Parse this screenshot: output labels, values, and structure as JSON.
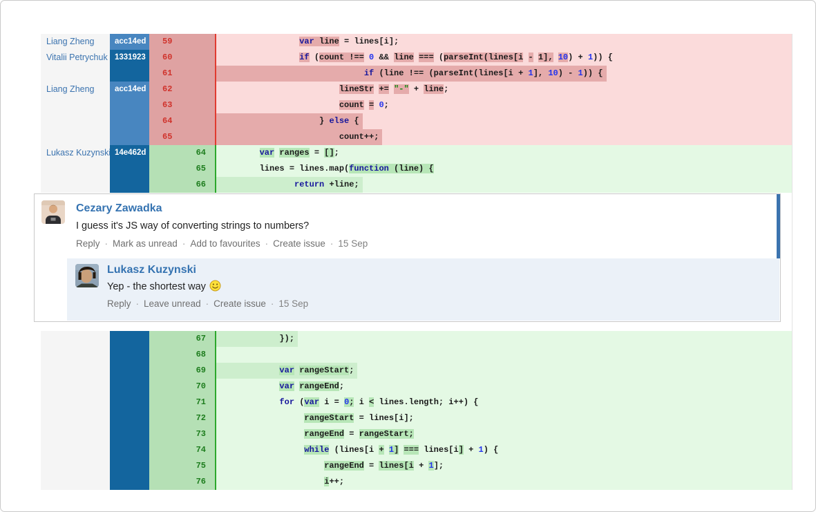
{
  "colors": {
    "link_blue": "#3b73af",
    "hash_bg_light": "#4886c0",
    "hash_bg_dark": "#13659e",
    "del_gutter_bg": "#dfa2a2",
    "del_gutter_text": "#d0332c",
    "del_code_bg": "#fbdbdb",
    "del_highlight": "#e5abab",
    "del_rule": "#e03b30",
    "add_gutter_bg": "#b5e0b5",
    "add_gutter_text": "#1e7d1e",
    "add_code_bg": "#e4f9e4",
    "add_band": "#cdeecd",
    "add_highlight": "#b7e6b7",
    "add_rule": "#2ca82c",
    "keyword": "#16169c",
    "number_literal": "#2233ee",
    "string_literal": "#0f8a0f",
    "reply_bg": "#ebf1f8",
    "unread_strip": "#3b73af"
  },
  "diff_top": {
    "rows": [
      {
        "author": "Liang Zheng",
        "hash": "acc14ed",
        "shade": "light",
        "type": "del",
        "num": "59",
        "band": false,
        "segs": [
          [
            "                ",
            "",
            0
          ],
          [
            "var",
            "kw",
            1
          ],
          [
            " line",
            "",
            1
          ],
          [
            " = lines[i];",
            "",
            0
          ]
        ]
      },
      {
        "author": "Vitalii Petrychuk",
        "hash": "1331923",
        "shade": "dark",
        "type": "del",
        "num": "60",
        "band": false,
        "segs": [
          [
            "                ",
            "",
            0
          ],
          [
            "if",
            "kw",
            1
          ],
          [
            " (",
            "",
            0
          ],
          [
            "count !==",
            "",
            1
          ],
          [
            " ",
            "",
            0
          ],
          [
            "0",
            "num",
            0
          ],
          [
            " && ",
            "",
            0
          ],
          [
            "line",
            "",
            1
          ],
          [
            " ",
            "",
            0
          ],
          [
            "===",
            "",
            1
          ],
          [
            " (",
            "",
            0
          ],
          [
            "parseInt(lines[i",
            "",
            1
          ],
          [
            " ",
            "",
            0
          ],
          [
            "-",
            "",
            1
          ],
          [
            " ",
            "",
            0
          ],
          [
            "1],",
            "",
            1
          ],
          [
            " ",
            "",
            0
          ],
          [
            "10",
            "num",
            1
          ],
          [
            ") + ",
            "",
            0
          ],
          [
            "1",
            "num",
            0
          ],
          [
            ")) {",
            "",
            0
          ]
        ]
      },
      {
        "author": "",
        "hash": "",
        "shade": "dark",
        "type": "del",
        "num": "61",
        "band": true,
        "segs": [
          [
            "                             ",
            "",
            0
          ],
          [
            "if",
            "kw",
            0
          ],
          [
            " (line !== (parseInt(lines[i + ",
            "",
            0
          ],
          [
            "1",
            "num",
            0
          ],
          [
            "], ",
            "",
            0
          ],
          [
            "10",
            "num",
            0
          ],
          [
            ") - ",
            "",
            0
          ],
          [
            "1",
            "num",
            0
          ],
          [
            ")) {",
            "",
            0
          ]
        ]
      },
      {
        "author": "Liang Zheng",
        "hash": "acc14ed",
        "shade": "light",
        "type": "del",
        "num": "62",
        "band": false,
        "segs": [
          [
            "                        ",
            "",
            0
          ],
          [
            "lineStr",
            "",
            1
          ],
          [
            " ",
            "",
            0
          ],
          [
            "+=",
            "",
            1
          ],
          [
            " ",
            "",
            0
          ],
          [
            "\"-\"",
            "str",
            1
          ],
          [
            " + ",
            "",
            0
          ],
          [
            "line",
            "",
            1
          ],
          [
            ";",
            "",
            0
          ]
        ]
      },
      {
        "author": "",
        "hash": "",
        "shade": "light",
        "type": "del",
        "num": "63",
        "band": false,
        "segs": [
          [
            "                        ",
            "",
            0
          ],
          [
            "count",
            "",
            1
          ],
          [
            " ",
            "",
            0
          ],
          [
            "=",
            "",
            1
          ],
          [
            " ",
            "",
            0
          ],
          [
            "0",
            "num",
            0
          ],
          [
            ";",
            "",
            0
          ]
        ]
      },
      {
        "author": "",
        "hash": "",
        "shade": "light",
        "type": "del",
        "num": "64",
        "band": true,
        "segs": [
          [
            "                    ",
            "",
            0
          ],
          [
            "} ",
            "",
            0
          ],
          [
            "else",
            "kw",
            0
          ],
          [
            " {",
            "",
            0
          ]
        ]
      },
      {
        "author": "",
        "hash": "",
        "shade": "light",
        "type": "del",
        "num": "65",
        "band": true,
        "segs": [
          [
            "                        ",
            "",
            0
          ],
          [
            "count++;",
            "",
            0
          ]
        ]
      },
      {
        "author": "Lukasz Kuzynski",
        "hash": "14e462d",
        "shade": "dark",
        "type": "add",
        "num": "64",
        "band": false,
        "segs": [
          [
            "        ",
            "",
            0
          ],
          [
            "var",
            "kw",
            1
          ],
          [
            " ",
            "",
            0
          ],
          [
            "ranges",
            "",
            1
          ],
          [
            " = ",
            "",
            0
          ],
          [
            "[]",
            "",
            1
          ],
          [
            ";",
            "",
            0
          ]
        ]
      },
      {
        "author": "",
        "hash": "",
        "shade": "dark",
        "type": "add",
        "num": "65",
        "band": false,
        "segs": [
          [
            "        ",
            "",
            0
          ],
          [
            "lines = lines.map(",
            "",
            0
          ],
          [
            "function",
            "kw",
            1
          ],
          [
            " (line) {",
            "",
            1
          ]
        ]
      },
      {
        "author": "",
        "hash": "",
        "shade": "dark",
        "type": "add",
        "num": "66",
        "band": true,
        "segs": [
          [
            "               ",
            "",
            0
          ],
          [
            "return",
            "kw",
            0
          ],
          [
            " +line;",
            "",
            0
          ]
        ]
      }
    ]
  },
  "diff_bottom": {
    "rows": [
      {
        "author": "",
        "hash": "",
        "shade": "dark",
        "type": "add",
        "num": "67",
        "band": true,
        "segs": [
          [
            "            ",
            "",
            0
          ],
          [
            "});",
            "",
            0
          ]
        ]
      },
      {
        "author": "",
        "hash": "",
        "shade": "dark",
        "type": "add",
        "num": "68",
        "band": false,
        "segs": []
      },
      {
        "author": "",
        "hash": "",
        "shade": "dark",
        "type": "add",
        "num": "69",
        "band": true,
        "segs": [
          [
            "            ",
            "",
            0
          ],
          [
            "var",
            "kw",
            1
          ],
          [
            " ",
            "",
            0
          ],
          [
            "rangeStart",
            "",
            1
          ],
          [
            ";",
            "",
            0
          ]
        ]
      },
      {
        "author": "",
        "hash": "",
        "shade": "dark",
        "type": "add",
        "num": "70",
        "band": false,
        "segs": [
          [
            "            ",
            "",
            0
          ],
          [
            "var",
            "kw",
            1
          ],
          [
            " ",
            "",
            0
          ],
          [
            "rangeEnd",
            "",
            1
          ],
          [
            ";",
            "",
            0
          ]
        ]
      },
      {
        "author": "",
        "hash": "",
        "shade": "dark",
        "type": "add",
        "num": "71",
        "band": false,
        "segs": [
          [
            "            ",
            "",
            0
          ],
          [
            "for",
            "kw",
            0
          ],
          [
            " (",
            "",
            0
          ],
          [
            "var",
            "kw",
            1
          ],
          [
            " i = ",
            "",
            0
          ],
          [
            "0",
            "num",
            1
          ],
          [
            ";",
            "",
            1
          ],
          [
            " i ",
            "",
            0
          ],
          [
            "<",
            "",
            1
          ],
          [
            " lines.length; i++) {",
            "",
            0
          ]
        ]
      },
      {
        "author": "",
        "hash": "",
        "shade": "dark",
        "type": "add",
        "num": "72",
        "band": false,
        "segs": [
          [
            "                 ",
            "",
            0
          ],
          [
            "rangeStart",
            "",
            1
          ],
          [
            " = lines[i];",
            "",
            0
          ]
        ]
      },
      {
        "author": "",
        "hash": "",
        "shade": "dark",
        "type": "add",
        "num": "73",
        "band": false,
        "segs": [
          [
            "                 ",
            "",
            0
          ],
          [
            "rangeEnd",
            "",
            1
          ],
          [
            " = ",
            "",
            0
          ],
          [
            "rangeStart;",
            "",
            1
          ]
        ]
      },
      {
        "author": "",
        "hash": "",
        "shade": "dark",
        "type": "add",
        "num": "74",
        "band": false,
        "segs": [
          [
            "                 ",
            "",
            0
          ],
          [
            "while",
            "kw",
            1
          ],
          [
            " (lines[i ",
            "",
            0
          ],
          [
            "+",
            "",
            1
          ],
          [
            " ",
            "",
            0
          ],
          [
            "1",
            "num",
            1
          ],
          [
            "]",
            "",
            1
          ],
          [
            " ",
            "",
            0
          ],
          [
            "===",
            "",
            1
          ],
          [
            " lines[i",
            "",
            0
          ],
          [
            "]",
            "",
            1
          ],
          [
            " + ",
            "",
            0
          ],
          [
            "1",
            "num",
            0
          ],
          [
            ") {",
            "",
            0
          ]
        ]
      },
      {
        "author": "",
        "hash": "",
        "shade": "dark",
        "type": "add",
        "num": "75",
        "band": false,
        "segs": [
          [
            "                     ",
            "",
            0
          ],
          [
            "rangeEnd",
            "",
            1
          ],
          [
            " = ",
            "",
            0
          ],
          [
            "lines[i",
            "",
            1
          ],
          [
            " + ",
            "",
            0
          ],
          [
            "1",
            "num",
            1
          ],
          [
            "];",
            "",
            0
          ]
        ]
      },
      {
        "author": "",
        "hash": "",
        "shade": "dark",
        "type": "add",
        "num": "76",
        "band": false,
        "segs": [
          [
            "                     ",
            "",
            0
          ],
          [
            "i",
            "",
            1
          ],
          [
            "++;",
            "",
            0
          ]
        ]
      }
    ]
  },
  "comments": {
    "root": {
      "name": "Cezary Zawadka",
      "text": "I guess it's JS way of converting strings to numbers?",
      "actions": [
        "Reply",
        "Mark as unread",
        "Add to favourites",
        "Create issue"
      ],
      "date": "15 Sep"
    },
    "reply": {
      "name": "Lukasz Kuzynski",
      "text": "Yep - the shortest way",
      "emoji": "smiley-icon",
      "actions": [
        "Reply",
        "Leave unread",
        "Create issue"
      ],
      "date": "15 Sep"
    }
  }
}
